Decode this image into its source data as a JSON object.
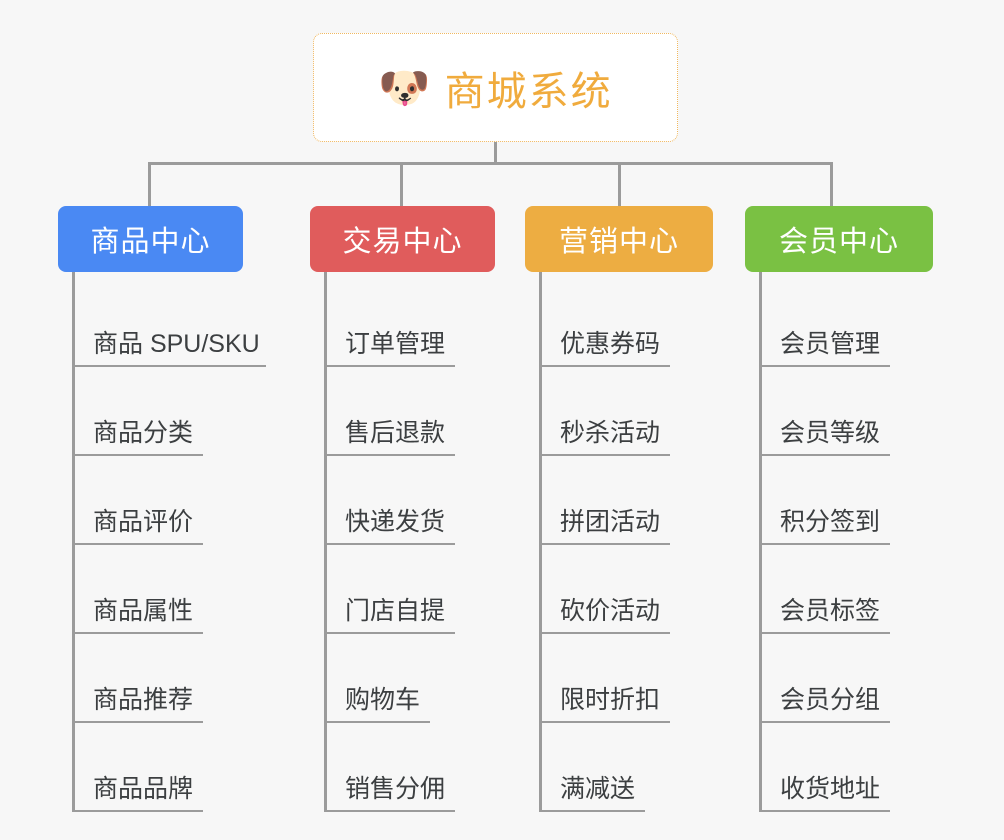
{
  "diagram": {
    "type": "mind-map",
    "background_color": "#f7f7f7",
    "connector_color": "#9b9b9b",
    "root": {
      "title": "商城系统",
      "icon": "dog-face-emoji",
      "icon_glyph": "🐶",
      "text_color": "#f0ab3d",
      "border_color": "#f0b860",
      "background_color": "#ffffff"
    },
    "categories": [
      {
        "label": "商品中心",
        "color": "#4a89f3",
        "items": [
          "商品 SPU/SKU",
          "商品分类",
          "商品评价",
          "商品属性",
          "商品推荐",
          "商品品牌"
        ]
      },
      {
        "label": "交易中心",
        "color": "#e05c5c",
        "items": [
          "订单管理",
          "售后退款",
          "快递发货",
          "门店自提",
          "购物车",
          "销售分佣"
        ]
      },
      {
        "label": "营销中心",
        "color": "#edad42",
        "items": [
          "优惠券码",
          "秒杀活动",
          "拼团活动",
          "砍价活动",
          "限时折扣",
          "满减送"
        ]
      },
      {
        "label": "会员中心",
        "color": "#7ac143",
        "items": [
          "会员管理",
          "会员等级",
          "积分签到",
          "会员标签",
          "会员分组",
          "收货地址"
        ]
      }
    ]
  }
}
